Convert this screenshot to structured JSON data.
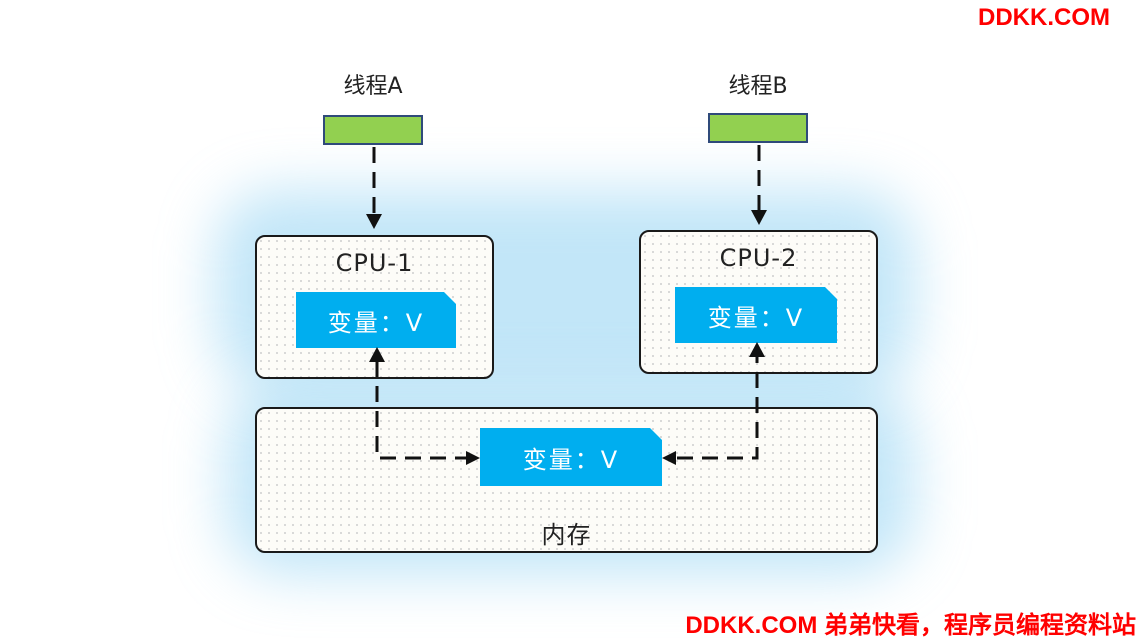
{
  "watermark": {
    "top": "DDKK.COM",
    "bottom": "DDKK.COM 弟弟快看，程序员编程资料站"
  },
  "threads": [
    {
      "label": "线程A"
    },
    {
      "label": "线程B"
    }
  ],
  "cpus": [
    {
      "label": "CPU-1",
      "variable": "变量：V"
    },
    {
      "label": "CPU-2",
      "variable": "变量：V"
    }
  ],
  "memory": {
    "label": "内存",
    "variable": "变量：V"
  },
  "colors": {
    "thread_fill": "#92d050",
    "thread_border": "#2f4a7a",
    "variable_fill": "#00aeef",
    "glow": "#78c8f0",
    "watermark": "#ff0000"
  }
}
